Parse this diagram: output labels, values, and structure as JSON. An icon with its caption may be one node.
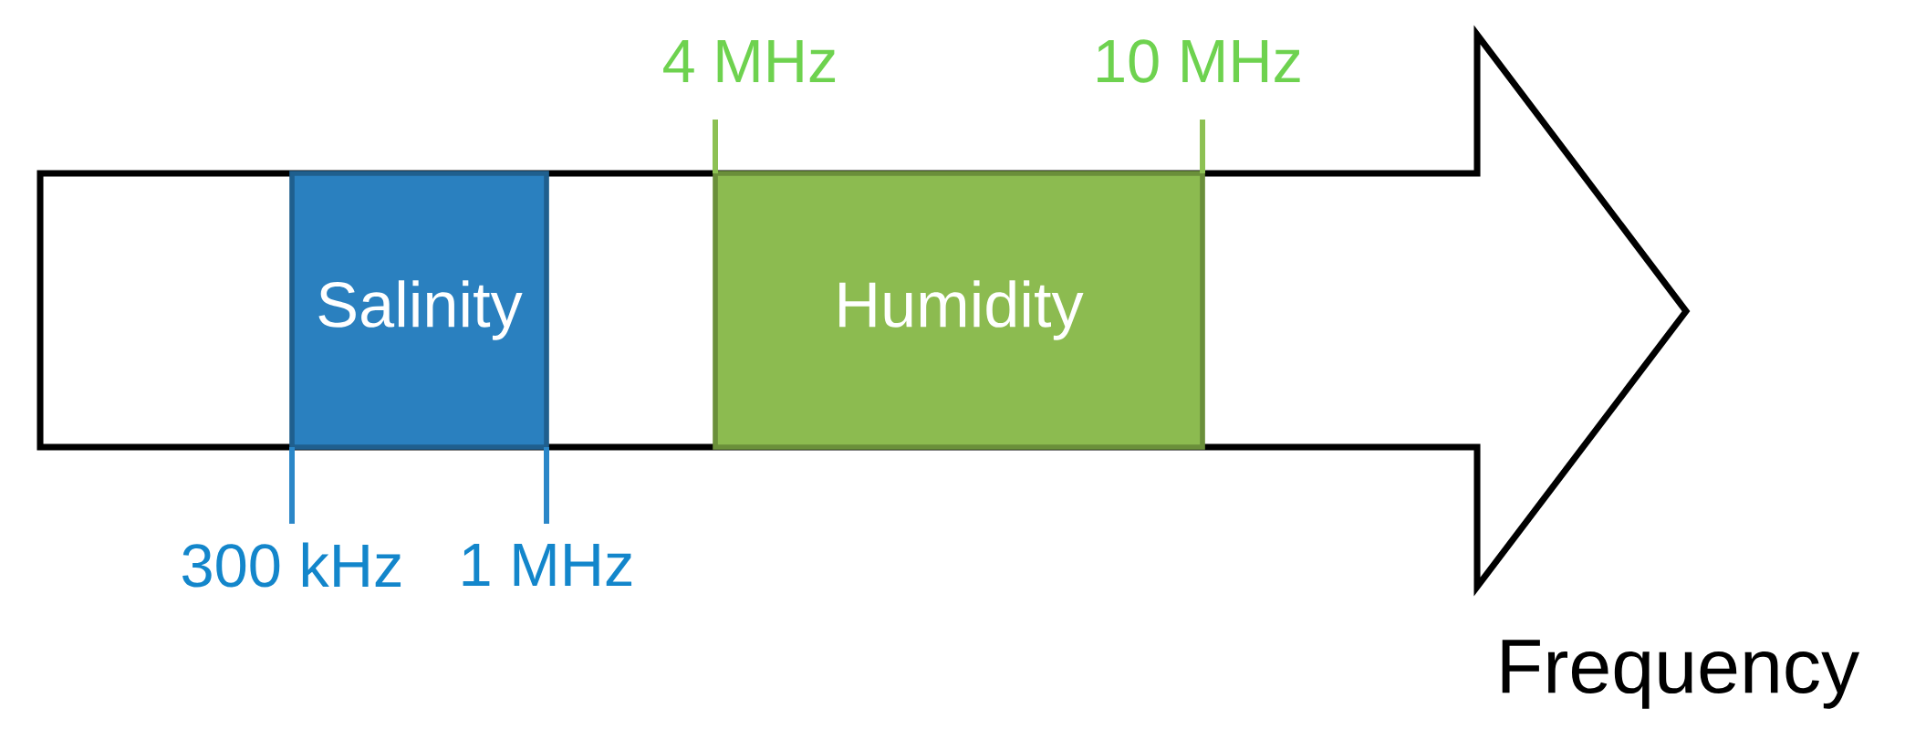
{
  "diagram": {
    "nodes": [
      {
        "text": [
          "Salinity"
        ],
        "beside": [
          "300 kHz",
          "1 MHz"
        ]
      },
      {
        "text": [
          "Humidity"
        ],
        "beside": [
          "4 MHz",
          "10 MHz"
        ]
      }
    ],
    "labels": [
      "Frequency"
    ]
  }
}
